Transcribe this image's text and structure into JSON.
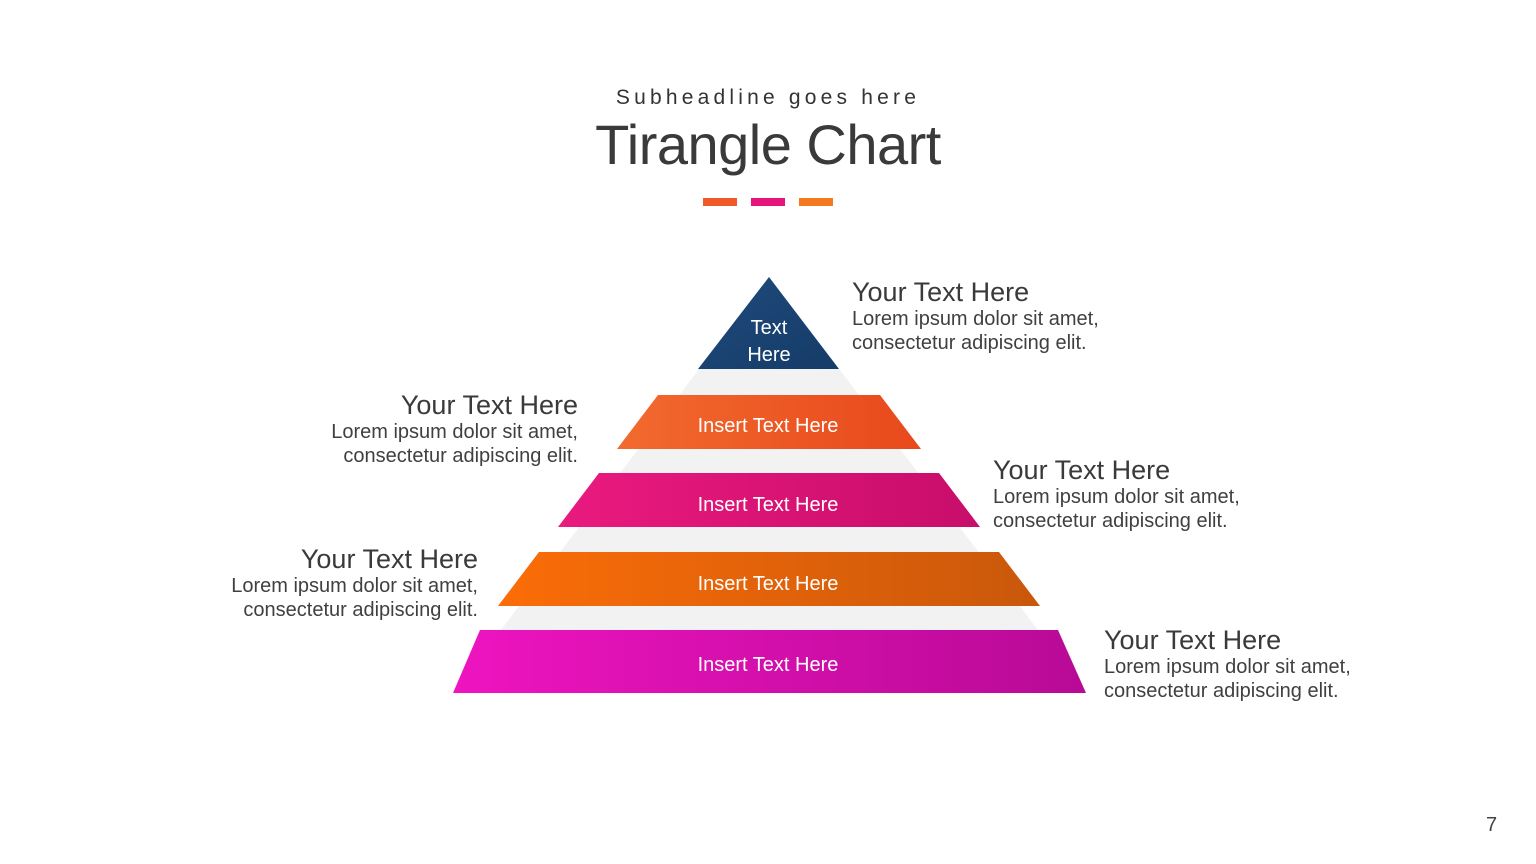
{
  "header": {
    "subheadline": "Subheadline goes here",
    "title": "Tirangle Chart",
    "dash_colors": [
      "#f05a28",
      "#e6157d",
      "#f47a20"
    ]
  },
  "pyramid": {
    "tiers": [
      {
        "label_line1": "Text",
        "label_line2": "Here",
        "color_start": "#1e4a7c",
        "color_end": "#163c68"
      },
      {
        "label": "Insert Text Here",
        "color_start": "#f26a2e",
        "color_end": "#e8491c"
      },
      {
        "label": "Insert Text Here",
        "color_start": "#ea1a7f",
        "color_end": "#c80d6a"
      },
      {
        "label": "Insert Text Here",
        "color_start": "#fb6d08",
        "color_end": "#c9580b"
      },
      {
        "label": "Insert Text Here",
        "color_start": "#ee14c0",
        "color_end": "#b80a96"
      }
    ],
    "gap_color": "#f2f2f2"
  },
  "callouts": [
    {
      "heading": "Your Text Here",
      "line1": "Lorem ipsum dolor sit amet,",
      "line2": "consectetur adipiscing elit."
    },
    {
      "heading": "Your Text Here",
      "line1": "Lorem ipsum dolor sit amet,",
      "line2": "consectetur adipiscing elit."
    },
    {
      "heading": "Your Text Here",
      "line1": "Lorem ipsum dolor sit amet,",
      "line2": "consectetur adipiscing elit."
    },
    {
      "heading": "Your Text Here",
      "line1": "Lorem ipsum dolor sit amet,",
      "line2": "consectetur adipiscing elit."
    },
    {
      "heading": "Your Text Here",
      "line1": "Lorem ipsum dolor sit amet,",
      "line2": "consectetur adipiscing elit."
    }
  ],
  "page_number": "7"
}
